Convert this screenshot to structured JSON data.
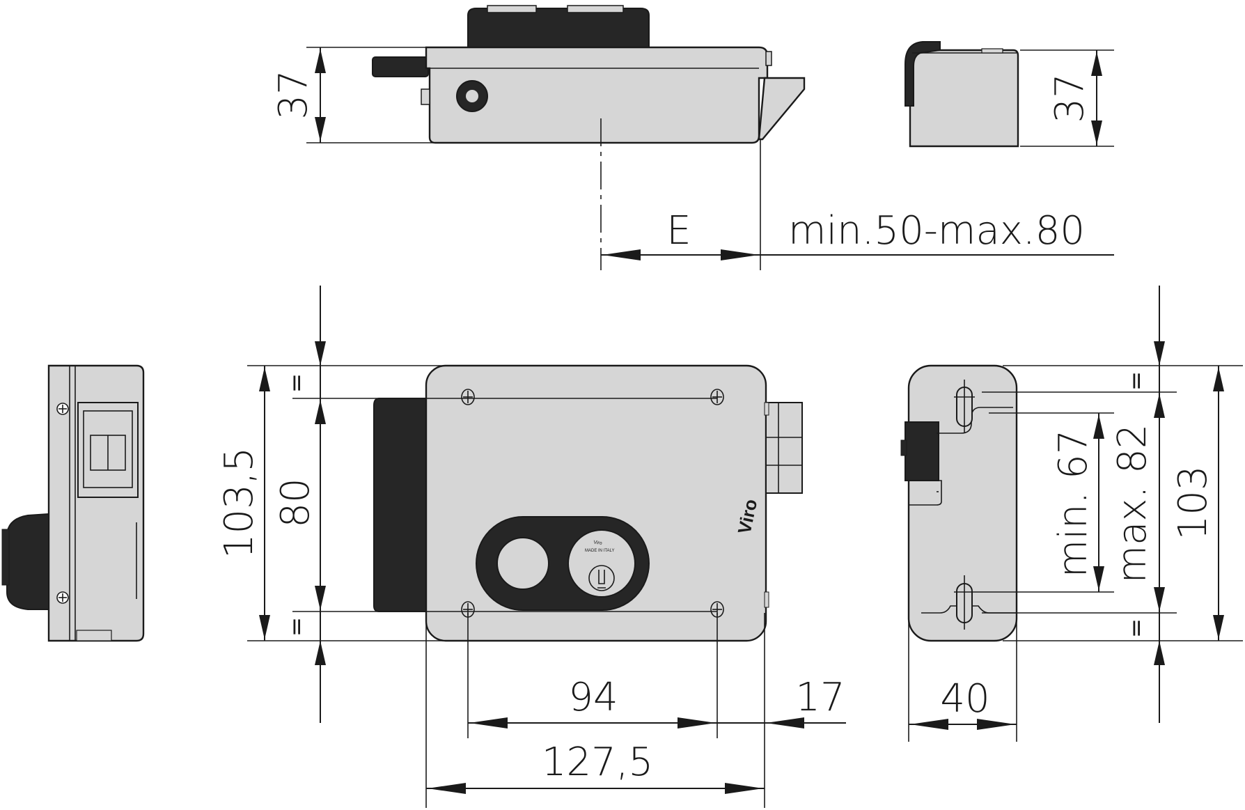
{
  "dimensions": {
    "top_height_left": "37",
    "top_height_right": "37",
    "backset_label": "E",
    "backset_range": "min.50-max.80",
    "overall_height": "103,5",
    "fixing_height": "80",
    "fixing_width": "94",
    "projection": "17",
    "overall_width": "127,5",
    "depth": "40",
    "slot_min": "min. 67",
    "slot_max": "max. 82",
    "side_height": "103"
  },
  "equal_marks": {
    "mark": "="
  },
  "branding": {
    "logo": "Viro",
    "sub": "MADE IN ITALY"
  }
}
